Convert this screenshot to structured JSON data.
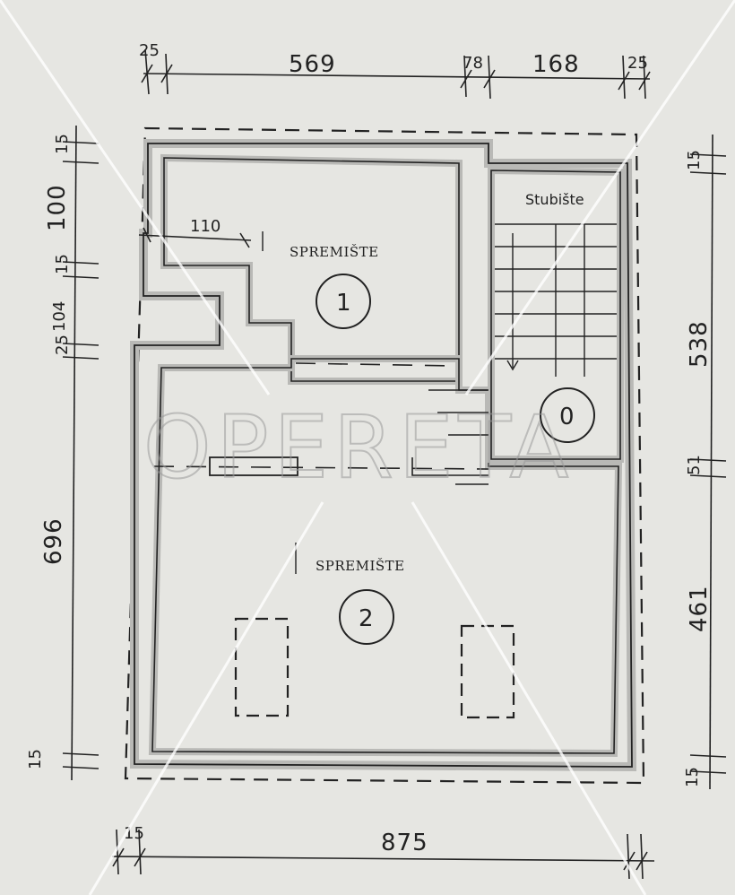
{
  "dimensions": {
    "top": [
      "25",
      "569",
      "78",
      "168",
      "25"
    ],
    "bottom": [
      "15",
      "875"
    ],
    "left": [
      "15",
      "100",
      "15",
      "104",
      "25",
      "696",
      "15"
    ],
    "right": [
      "15",
      "538",
      "51",
      "461",
      "15"
    ],
    "niche": "110"
  },
  "rooms": [
    {
      "label": "SPREMIŠTE",
      "number": "1"
    },
    {
      "label": "SPREMIŠTE",
      "number": "2"
    }
  ],
  "stair": {
    "label": "Stubište",
    "number": "0"
  },
  "watermark": {
    "text": "OPERETA"
  },
  "colors": {
    "background": "#e6e6e2",
    "line": "#222222",
    "wall_fill": "#b9b9b6"
  }
}
